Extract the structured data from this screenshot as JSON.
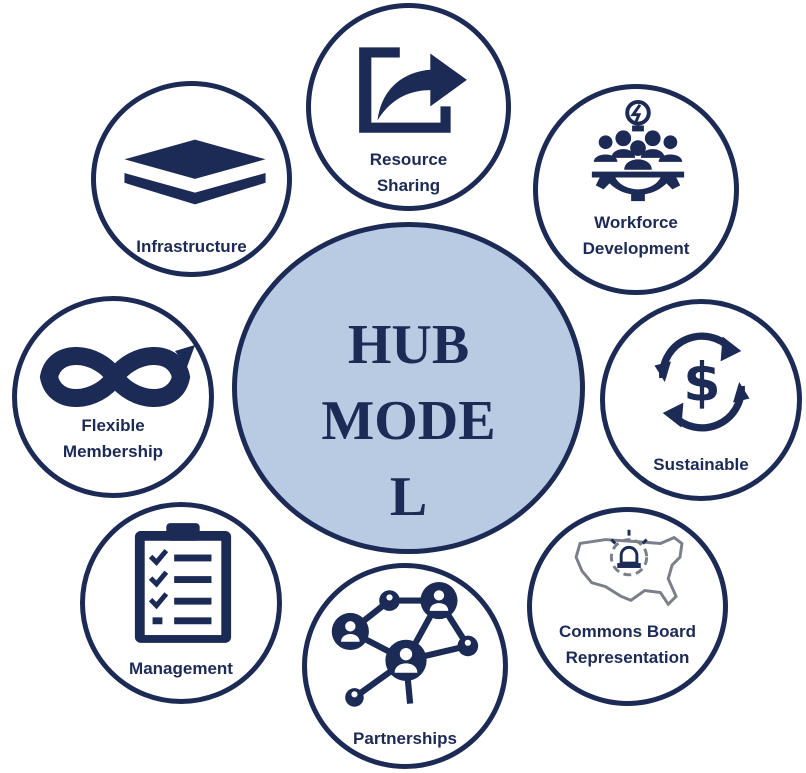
{
  "hub": {
    "title_lines": [
      "HUB",
      "MODE",
      "L"
    ]
  },
  "nodes": [
    {
      "id": "resource-sharing",
      "icon": "share-arrow-icon",
      "lines": [
        "Resource",
        "Sharing"
      ]
    },
    {
      "id": "workforce-development",
      "icon": "team-meeting-icon",
      "lines": [
        "Workforce",
        "Development"
      ]
    },
    {
      "id": "sustainable",
      "icon": "recycle-dollar-icon",
      "lines": [
        "Sustainable"
      ]
    },
    {
      "id": "commons-board-representation",
      "icon": "us-map-alert-icon",
      "lines": [
        "Commons Board",
        "Representation"
      ]
    },
    {
      "id": "partnerships",
      "icon": "network-people-icon",
      "lines": [
        "Partnerships"
      ]
    },
    {
      "id": "management",
      "icon": "clipboard-checklist-icon",
      "lines": [
        "Management"
      ]
    },
    {
      "id": "flexible-membership",
      "icon": "infinity-icon",
      "lines": [
        "Flexible",
        "Membership"
      ]
    },
    {
      "id": "infrastructure",
      "icon": "layers-icon",
      "lines": [
        "Infrastructure"
      ]
    }
  ],
  "colors": {
    "navy": "#1c2a56",
    "hub_fill": "#b9cbe3",
    "node_fill": "#ffffff"
  }
}
